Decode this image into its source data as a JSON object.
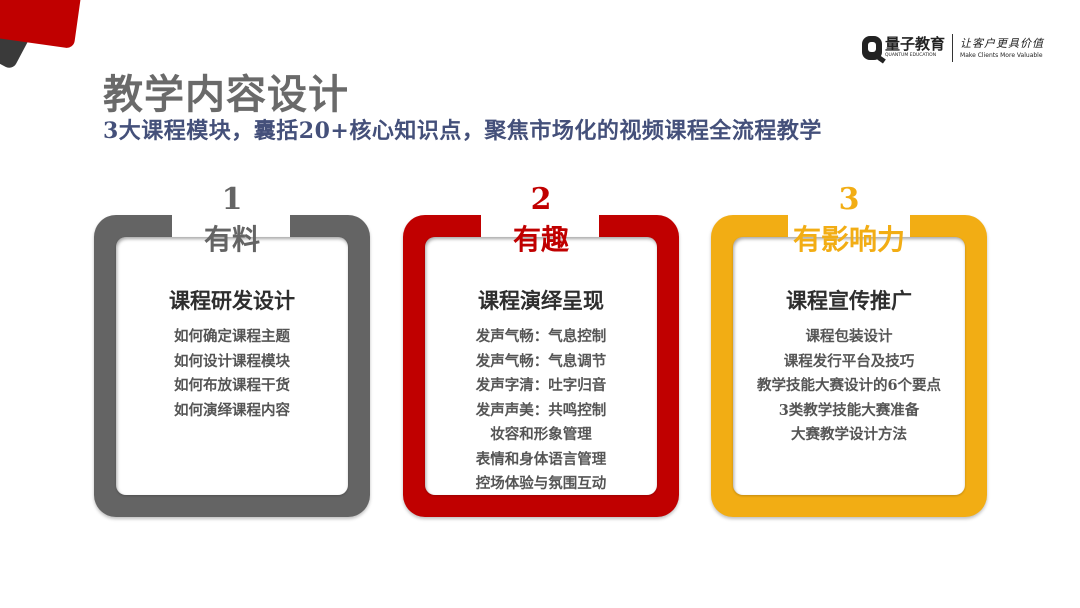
{
  "branding": {
    "logo_name_cn": "量子教育",
    "logo_name_en": "QUANTUM EDUCATION",
    "slogan_cn": "让客户更具价值",
    "slogan_en": "Make Clients More Valuable"
  },
  "header": {
    "title": "教学内容设计",
    "subtitle": "3大课程模块，囊括20+核心知识点，聚焦市场化的视频课程全流程教学"
  },
  "colors": {
    "card1": "#646464",
    "card2": "#c00000",
    "card3": "#f2ad14",
    "title": "#6a6a6a",
    "subtitle": "#44507a"
  },
  "cards": [
    {
      "number": "1",
      "heading": "有料",
      "section_title": "课程研发设计",
      "items": [
        "如何确定课程主题",
        "如何设计课程模块",
        "如何布放课程干货",
        "如何演绎课程内容"
      ]
    },
    {
      "number": "2",
      "heading": "有趣",
      "section_title": "课程演绎呈现",
      "items": [
        "发声气畅：气息控制",
        "发声气畅：气息调节",
        "发声字清：吐字归音",
        "发声声美：共鸣控制",
        "妆容和形象管理",
        "表情和身体语言管理",
        "控场体验与氛围互动"
      ]
    },
    {
      "number": "3",
      "heading": "有影响力",
      "section_title": "课程宣传推广",
      "items": [
        "课程包装设计",
        "课程发行平台及技巧",
        "教学技能大赛设计的6个要点",
        "3类教学技能大赛准备",
        "大赛教学设计方法"
      ]
    }
  ]
}
